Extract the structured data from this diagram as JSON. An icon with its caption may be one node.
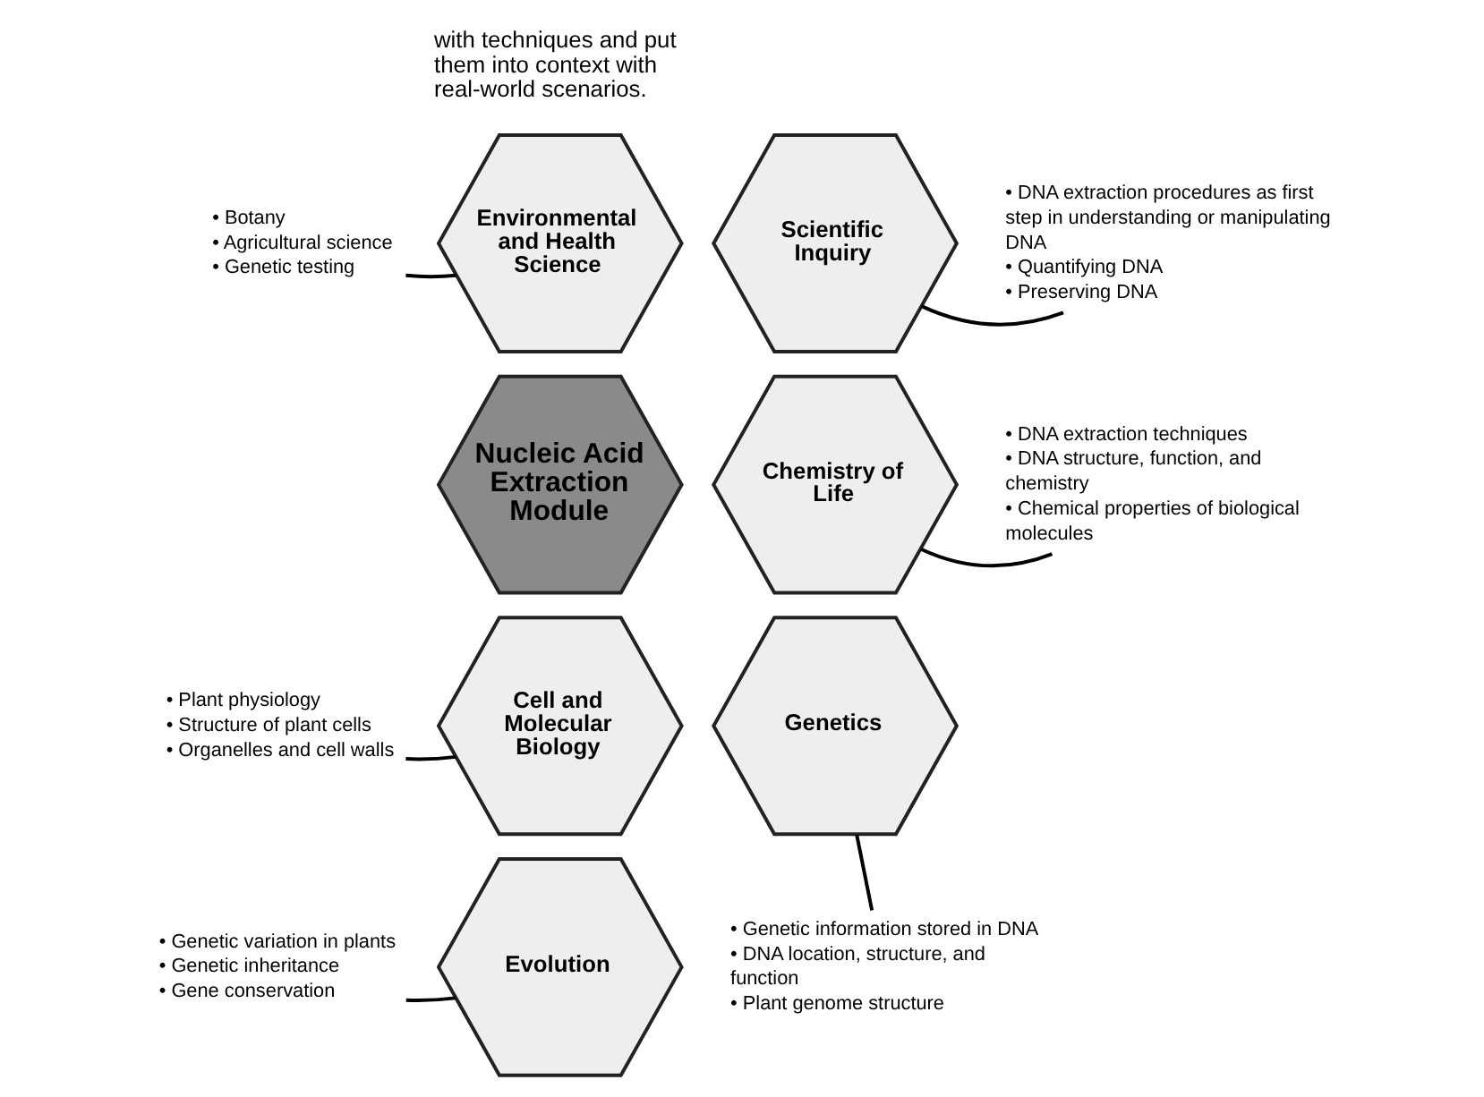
{
  "diagram": {
    "nodes": [
      {
        "text": [
          "Nucleic Acid Extraction Module"
        ]
      },
      {
        "text": [
          "Environmental and Health Science"
        ]
      },
      {
        "text": [
          "Scientific Inquiry"
        ]
      },
      {
        "text": [
          "Chemistry of Life"
        ]
      },
      {
        "text": [
          "Cell and Molecular Biology"
        ]
      },
      {
        "text": [
          "Genetics"
        ]
      },
      {
        "text": [
          "Evolution"
        ]
      },
      {
        "text": [
          "• DNA extraction procedures as first step in understanding or manipulating DNA",
          "• Quantifying DNA",
          "• Preserving DNA"
        ]
      },
      {
        "text": [
          "• Botany",
          "• Agricultural science",
          "• Genetic testing"
        ]
      },
      {
        "text": [
          "• DNA extraction techniques",
          "• DNA structure, function, and chemistry",
          "• Chemical properties of biological molecules"
        ]
      },
      {
        "text": [
          "• Plant physiology",
          "• Structure of plant cells",
          "• Organelles and cell walls"
        ]
      },
      {
        "text": [
          "• Genetic variation in plants",
          "• Genetic inheritance",
          "• Gene conservation"
        ]
      },
      {
        "text": [
          "• Genetic information stored in DNA",
          "• DNA location, structure, and function",
          "• Plant genome structure"
        ]
      }
    ],
    "edges": [
      {
        "from": 2,
        "to": 7,
        "arrow": "none"
      },
      {
        "from": 1,
        "to": 8,
        "arrow": "none"
      },
      {
        "from": 3,
        "to": 9,
        "arrow": "none"
      },
      {
        "from": 4,
        "to": 10,
        "arrow": "none"
      },
      {
        "from": 6,
        "to": 11,
        "arrow": "none"
      },
      {
        "from": 5,
        "to": 12,
        "arrow": "none"
      }
    ],
    "labels": [
      "with techniques and put them into context with real-world scenarios."
    ]
  }
}
